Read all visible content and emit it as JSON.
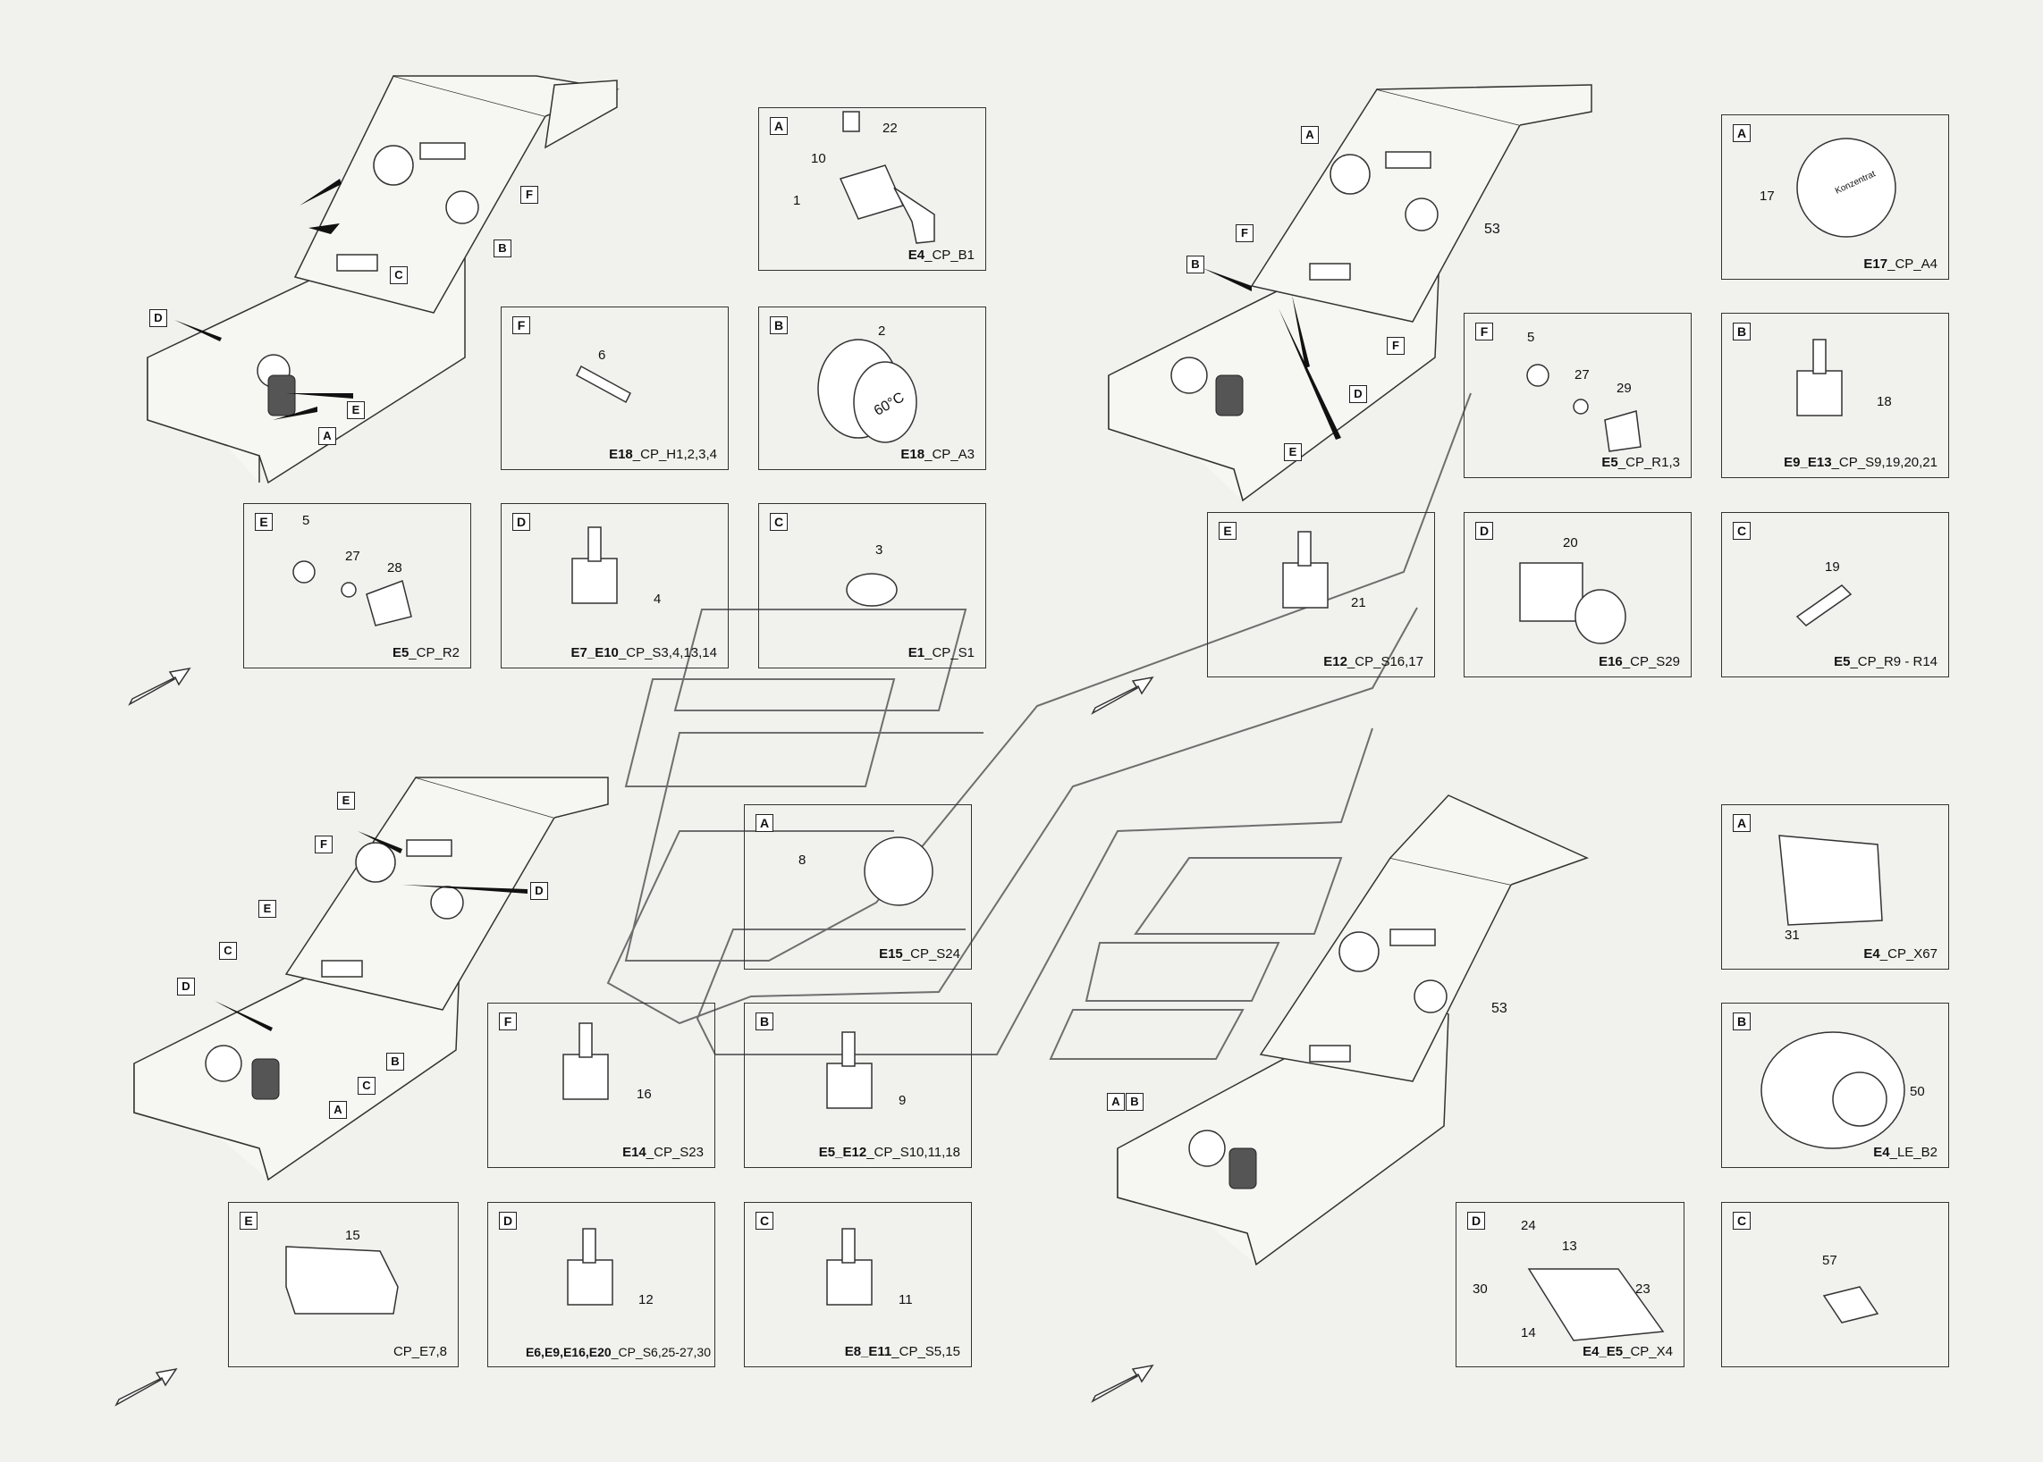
{
  "panels": [
    {
      "id": "p1",
      "letter": "A",
      "part_numbers": [
        "22",
        "10",
        "1"
      ],
      "caption_bold": "E4",
      "caption_rest": "_CP_B1"
    },
    {
      "id": "p2",
      "letter": "F",
      "part_numbers": [
        "6"
      ],
      "caption_bold": "E18",
      "caption_rest": "_CP_H1,2,3,4"
    },
    {
      "id": "p3",
      "letter": "B",
      "part_numbers": [
        "2"
      ],
      "caption_bold": "E18",
      "caption_rest": "_CP_A3"
    },
    {
      "id": "p4",
      "letter": "E",
      "part_numbers": [
        "5",
        "27",
        "28"
      ],
      "caption_bold": "E5",
      "caption_rest": "_CP_R2"
    },
    {
      "id": "p5",
      "letter": "D",
      "part_numbers": [
        "4"
      ],
      "caption_bold": "E7_E10",
      "caption_rest": "_CP_S3,4,13,14"
    },
    {
      "id": "p6",
      "letter": "C",
      "part_numbers": [
        "3"
      ],
      "caption_bold": "E1",
      "caption_rest": "_CP_S1"
    },
    {
      "id": "p7",
      "letter": "A",
      "part_numbers": [
        "17"
      ],
      "caption_bold": "E17",
      "caption_rest": "_CP_A4"
    },
    {
      "id": "p8",
      "letter": "F",
      "part_numbers": [
        "5",
        "27",
        "29"
      ],
      "caption_bold": "E5",
      "caption_rest": "_CP_R1,3"
    },
    {
      "id": "p9",
      "letter": "B",
      "part_numbers": [
        "18"
      ],
      "caption_bold": "E9_E13",
      "caption_rest": "_CP_S9,19,20,21"
    },
    {
      "id": "p10",
      "letter": "E",
      "part_numbers": [
        "21"
      ],
      "caption_bold": "E12",
      "caption_rest": "_CP_S16,17"
    },
    {
      "id": "p11",
      "letter": "D",
      "part_numbers": [
        "20"
      ],
      "caption_bold": "E16",
      "caption_rest": "_CP_S29"
    },
    {
      "id": "p12",
      "letter": "C",
      "part_numbers": [
        "19"
      ],
      "caption_bold": "E5",
      "caption_rest": "_CP_R9 - R14"
    },
    {
      "id": "p13",
      "letter": "A",
      "part_numbers": [
        "8"
      ],
      "caption_bold": "E15",
      "caption_rest": "_CP_S24"
    },
    {
      "id": "p14",
      "letter": "F",
      "part_numbers": [
        "16"
      ],
      "caption_bold": "E14",
      "caption_rest": "_CP_S23"
    },
    {
      "id": "p15",
      "letter": "B",
      "part_numbers": [
        "9"
      ],
      "caption_bold": "E5_E12",
      "caption_rest": "_CP_S10,11,18"
    },
    {
      "id": "p16",
      "letter": "E",
      "part_numbers": [
        "15"
      ],
      "caption_bold": "",
      "caption_rest": "CP_E7,8"
    },
    {
      "id": "p17",
      "letter": "D",
      "part_numbers": [
        "12"
      ],
      "caption_bold": "E6,E9,E16,E20",
      "caption_rest": "_CP_S6,25-27,30"
    },
    {
      "id": "p18",
      "letter": "C",
      "part_numbers": [
        "11"
      ],
      "caption_bold": "E8_E11",
      "caption_rest": "_CP_S5,15"
    },
    {
      "id": "p19",
      "letter": "A",
      "part_numbers": [
        "31"
      ],
      "caption_bold": "E4",
      "caption_rest": "_CP_X67"
    },
    {
      "id": "p20",
      "letter": "B",
      "part_numbers": [
        "50"
      ],
      "caption_bold": "E4",
      "caption_rest": "_LE_B2"
    },
    {
      "id": "p21",
      "letter": "D",
      "part_numbers": [
        "24",
        "13",
        "30",
        "23",
        "14"
      ],
      "caption_bold": "E4_E5",
      "caption_rest": "_CP_X4"
    },
    {
      "id": "p22",
      "letter": "C",
      "part_numbers": [
        "57"
      ],
      "caption_bold": "",
      "caption_rest": ""
    }
  ],
  "consoles": {
    "tl": {
      "callouts": [
        "F",
        "B",
        "C",
        "D",
        "E",
        "A"
      ]
    },
    "tr": {
      "callouts": [
        "A",
        "F",
        "B",
        "F",
        "D",
        "E"
      ],
      "ref": "53"
    },
    "bl": {
      "callouts": [
        "E",
        "F",
        "D",
        "E",
        "C",
        "D",
        "B",
        "C",
        "A"
      ]
    },
    "br": {
      "callouts": [
        "A",
        "B"
      ],
      "ref": "53"
    }
  },
  "product_labels": {
    "gauge_text": "60°C",
    "knob_text": "Konzentrat"
  }
}
